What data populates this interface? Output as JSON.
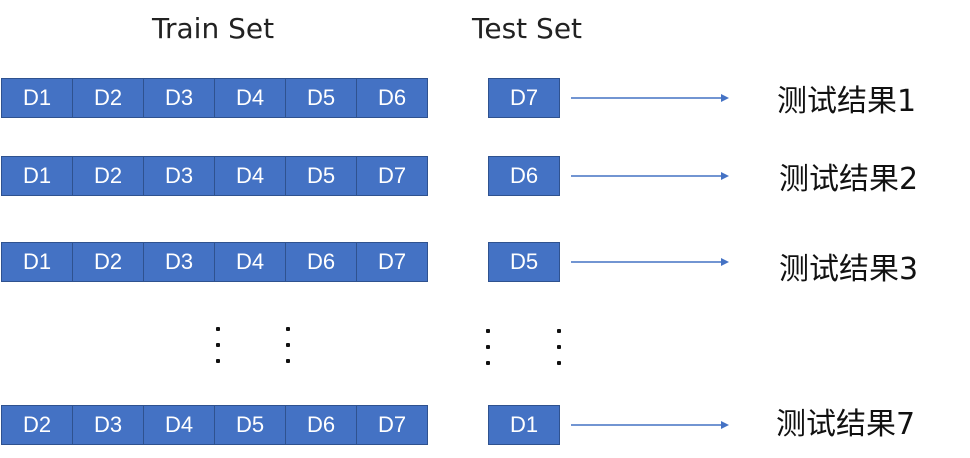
{
  "headers": {
    "train": "Train Set",
    "test": "Test Set"
  },
  "colors": {
    "block_fill": "#4472C4",
    "block_border": "#2F528F",
    "arrow": "#4472C4"
  },
  "rows": [
    {
      "train": [
        "D1",
        "D2",
        "D3",
        "D4",
        "D5",
        "D6"
      ],
      "test": "D7",
      "result": "测试结果1"
    },
    {
      "train": [
        "D1",
        "D2",
        "D3",
        "D4",
        "D5",
        "D7"
      ],
      "test": "D6",
      "result": "测试结果2"
    },
    {
      "train": [
        "D1",
        "D2",
        "D3",
        "D4",
        "D6",
        "D7"
      ],
      "test": "D5",
      "result": "测试结果3"
    },
    {
      "train": [
        "D2",
        "D3",
        "D4",
        "D5",
        "D6",
        "D7"
      ],
      "test": "D1",
      "result": "测试结果7"
    }
  ],
  "ellipsis_icon": "vertical-ellipsis"
}
